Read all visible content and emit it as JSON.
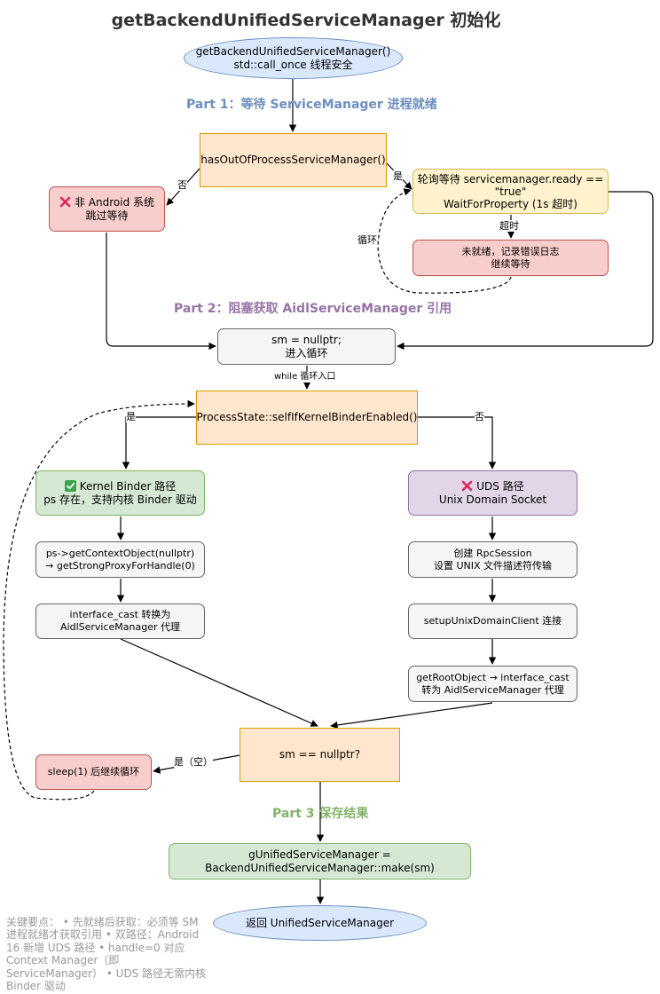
{
  "title": "getBackendUnifiedServiceManager 初始化",
  "sections": {
    "part1": "Part 1：等待 ServiceManager 进程就绪",
    "part2": "Part 2：阻塞获取 AidlServiceManager 引用",
    "part3": "Part 3 保存结果"
  },
  "colors": {
    "part1": "#6c8ebf",
    "part2": "#9673a6",
    "part3": "#82b366"
  },
  "nodes": {
    "start": {
      "line1": "getBackendUnifiedServiceManager()",
      "line2": "std::call_once 线程安全"
    },
    "has_out_of_process": {
      "text": "hasOutOfProcessServiceManager()"
    },
    "non_android": {
      "icon": "cross-mark-icon",
      "line1": "非 Android 系统",
      "line2": "跳过等待"
    },
    "poll_wait": {
      "line1": "轮询等待 servicemanager.ready ==",
      "line2": "\"true\"",
      "line3": "WaitForProperty (1s 超时)"
    },
    "not_ready": {
      "line1": "未就绪，记录错误日志",
      "line2": "继续等待"
    },
    "sm_init": {
      "line1": "sm = nullptr;",
      "line2": "进入循环"
    },
    "kernel_check": {
      "text": "ProcessState::selfIfKernelBinderEnabled()"
    },
    "kernel_binder": {
      "icon": "check-mark-icon",
      "line1": "Kernel Binder 路径",
      "line2": "ps 存在，支持内核 Binder 驱动"
    },
    "get_context": {
      "line1": "ps->getContextObject(nullptr)",
      "line2": "→ getStrongProxyForHandle(0)"
    },
    "interface_cast": {
      "line1": "interface_cast 转换为",
      "line2": "AidlServiceManager 代理"
    },
    "uds_path": {
      "icon": "cross-mark-icon",
      "line1": "UDS 路径",
      "line2": "Unix Domain Socket"
    },
    "create_rpc": {
      "line1": "创建 RpcSession",
      "line2": "设置 UNIX 文件描述符传输"
    },
    "setup_uds": {
      "text": "setupUnixDomainClient 连接"
    },
    "get_root": {
      "line1": "getRootObject → interface_cast",
      "line2": "转为 AidlServiceManager 代理"
    },
    "sm_null_check": {
      "text": "sm == nullptr?"
    },
    "sleep": {
      "text": "sleep(1) 后继续循环"
    },
    "assign": {
      "line1": "gUnifiedServiceManager =",
      "line2": "BackendUnifiedServiceManager::make(sm)"
    },
    "end": {
      "text": "返回 UnifiedServiceManager"
    }
  },
  "edge_labels": {
    "no": "否",
    "yes": "是",
    "loop": "循环",
    "timeout": "超时",
    "while_entry": "while 循环入口",
    "kernel_yes": "是",
    "kernel_no": "否",
    "null_yes": "是（空）"
  },
  "note": "关键要点： • 先就绪后获取：必须等 SM 进程就绪才获取引用 • 双路径：Android 16 新增 UDS 路径 • handle=0 对应 Context Manager（即 ServiceManager） • UDS 路径无需内核 Binder 驱动"
}
